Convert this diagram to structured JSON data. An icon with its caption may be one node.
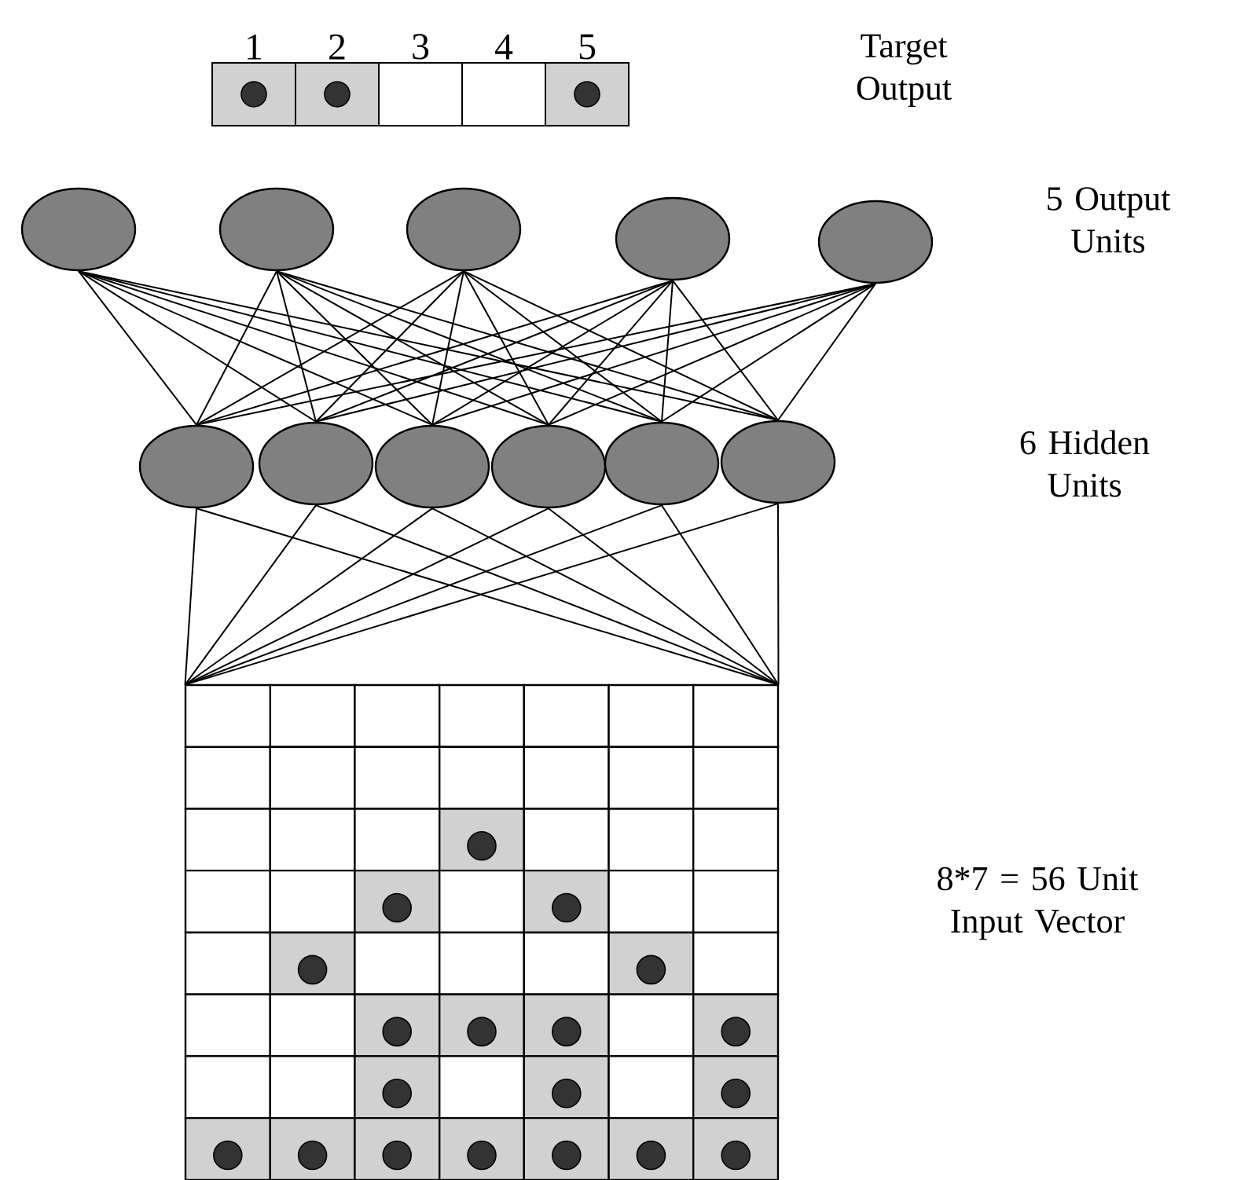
{
  "diagram": {
    "nodes": [
      {
        "text": [
          "1"
        ]
      },
      {
        "text": [
          "2"
        ]
      },
      {
        "text": [
          "3"
        ]
      },
      {
        "text": [
          "4"
        ]
      },
      {
        "text": [
          "5"
        ]
      },
      {
        "text": [],
        "shape": "circle"
      },
      {
        "text": [],
        "shape": "circle"
      },
      {
        "text": [],
        "shape": "circle"
      },
      {
        "text": [],
        "shape": "circle"
      },
      {
        "text": [],
        "shape": "circle"
      },
      {
        "text": [],
        "shape": "circle"
      },
      {
        "text": [],
        "shape": "circle"
      },
      {
        "text": [],
        "shape": "circle"
      },
      {
        "text": [],
        "shape": "circle"
      },
      {
        "text": [],
        "shape": "circle"
      },
      {
        "text": [],
        "shape": "circle"
      },
      {
        "text": [],
        "shape": "box"
      },
      {
        "text": [],
        "shape": "box"
      }
    ],
    "edges": [
      {
        "from": 10,
        "to": 5,
        "arrow": "none"
      },
      {
        "from": 10,
        "to": 6,
        "arrow": "none"
      },
      {
        "from": 10,
        "to": 7,
        "arrow": "none"
      },
      {
        "from": 10,
        "to": 8,
        "arrow": "none"
      },
      {
        "from": 10,
        "to": 9,
        "arrow": "none"
      },
      {
        "from": 11,
        "to": 5,
        "arrow": "none"
      },
      {
        "from": 11,
        "to": 6,
        "arrow": "none"
      },
      {
        "from": 11,
        "to": 7,
        "arrow": "none"
      },
      {
        "from": 11,
        "to": 8,
        "arrow": "none"
      },
      {
        "from": 11,
        "to": 9,
        "arrow": "none"
      },
      {
        "from": 12,
        "to": 5,
        "arrow": "none"
      },
      {
        "from": 12,
        "to": 6,
        "arrow": "none"
      },
      {
        "from": 12,
        "to": 7,
        "arrow": "none"
      },
      {
        "from": 12,
        "to": 8,
        "arrow": "none"
      },
      {
        "from": 12,
        "to": 9,
        "arrow": "none"
      },
      {
        "from": 13,
        "to": 5,
        "arrow": "none"
      },
      {
        "from": 13,
        "to": 6,
        "arrow": "none"
      },
      {
        "from": 13,
        "to": 7,
        "arrow": "none"
      },
      {
        "from": 13,
        "to": 8,
        "arrow": "none"
      },
      {
        "from": 13,
        "to": 9,
        "arrow": "none"
      },
      {
        "from": 14,
        "to": 5,
        "arrow": "none"
      },
      {
        "from": 14,
        "to": 6,
        "arrow": "none"
      },
      {
        "from": 14,
        "to": 7,
        "arrow": "none"
      },
      {
        "from": 14,
        "to": 8,
        "arrow": "none"
      },
      {
        "from": 14,
        "to": 9,
        "arrow": "none"
      },
      {
        "from": 15,
        "to": 5,
        "arrow": "none"
      },
      {
        "from": 15,
        "to": 6,
        "arrow": "none"
      },
      {
        "from": 15,
        "to": 7,
        "arrow": "none"
      },
      {
        "from": 15,
        "to": 8,
        "arrow": "none"
      },
      {
        "from": 15,
        "to": 9,
        "arrow": "none"
      },
      {
        "from": 16,
        "to": 10,
        "arrow": "none"
      },
      {
        "from": 16,
        "to": 11,
        "arrow": "none"
      },
      {
        "from": 16,
        "to": 12,
        "arrow": "none"
      },
      {
        "from": 16,
        "to": 13,
        "arrow": "none"
      },
      {
        "from": 16,
        "to": 14,
        "arrow": "none"
      },
      {
        "from": 16,
        "to": 15,
        "arrow": "none"
      },
      {
        "from": 17,
        "to": 10,
        "arrow": "none"
      },
      {
        "from": 17,
        "to": 11,
        "arrow": "none"
      },
      {
        "from": 17,
        "to": 12,
        "arrow": "none"
      },
      {
        "from": 17,
        "to": 13,
        "arrow": "none"
      },
      {
        "from": 17,
        "to": 14,
        "arrow": "none"
      },
      {
        "from": 17,
        "to": 15,
        "arrow": "none"
      }
    ],
    "labels": [
      "Target Output",
      "5 Output Units",
      "6 Hidden Units",
      "8*7 = 56 Unit Input Vector"
    ]
  }
}
